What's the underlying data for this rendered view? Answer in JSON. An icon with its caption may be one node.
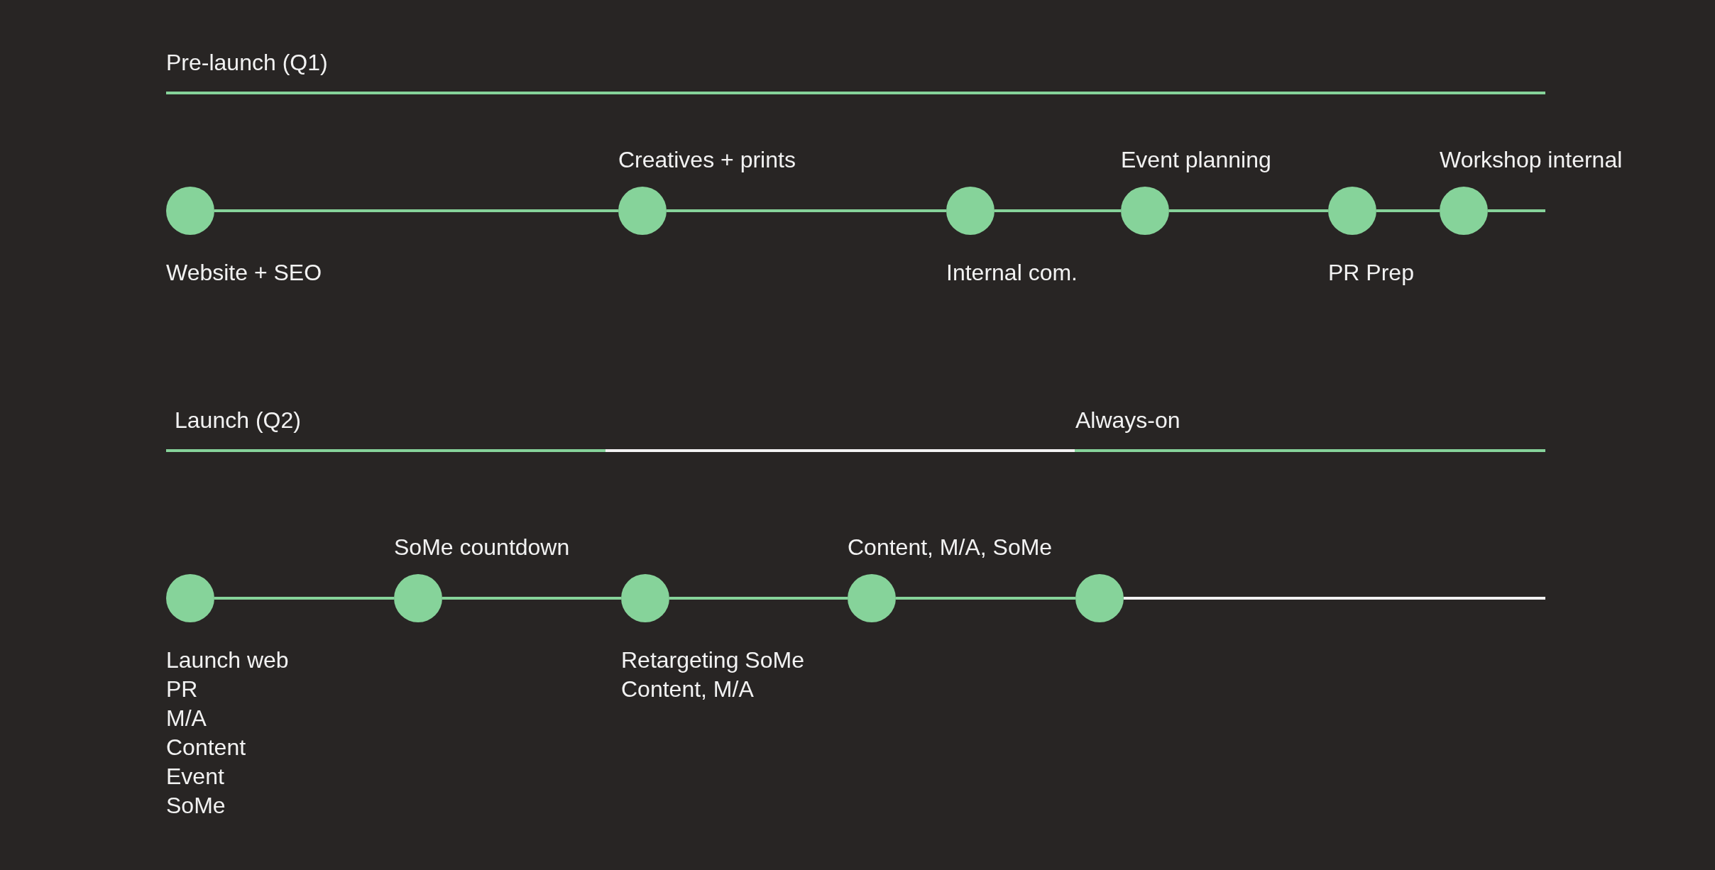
{
  "diagram": {
    "nodes": [
      {
        "text": [],
        "shape": "circle",
        "beside": [
          "Website + SEO"
        ]
      },
      {
        "text": [],
        "shape": "circle",
        "beside": [
          "Creatives + prints"
        ]
      },
      {
        "text": [],
        "shape": "circle",
        "beside": [
          "Internal com."
        ]
      },
      {
        "text": [],
        "shape": "circle",
        "beside": [
          "Event planning"
        ]
      },
      {
        "text": [],
        "shape": "circle",
        "beside": [
          "PR Prep"
        ]
      },
      {
        "text": [],
        "shape": "circle",
        "beside": [
          "Workshop internal"
        ]
      },
      {
        "text": [],
        "shape": "circle",
        "beside": [
          "Launch web",
          "PR",
          "M/A",
          "Content",
          "Event",
          "SoMe"
        ]
      },
      {
        "text": [],
        "shape": "circle",
        "beside": [
          "SoMe countdown"
        ]
      },
      {
        "text": [],
        "shape": "circle",
        "beside": [
          "Retargeting SoMe",
          "Content, M/A"
        ]
      },
      {
        "text": [],
        "shape": "circle",
        "beside": [
          "Content, M/A, SoMe"
        ]
      },
      {
        "text": [],
        "shape": "circle"
      }
    ],
    "edges": [
      {
        "from": 0,
        "to": 1,
        "arrow": "none"
      },
      {
        "from": 1,
        "to": 2,
        "arrow": "none"
      },
      {
        "from": 2,
        "to": 3,
        "arrow": "none"
      },
      {
        "from": 3,
        "to": 4,
        "arrow": "none"
      },
      {
        "from": 4,
        "to": 5,
        "arrow": "none"
      },
      {
        "from": 5,
        "to": null,
        "arrow": "none"
      },
      {
        "from": 6,
        "to": 7,
        "arrow": "none"
      },
      {
        "from": 7,
        "to": 8,
        "arrow": "none"
      },
      {
        "from": 8,
        "to": 9,
        "arrow": "none"
      },
      {
        "from": 9,
        "to": 10,
        "arrow": "none"
      },
      {
        "from": 10,
        "to": null,
        "arrow": "none",
        "color": "#f2f2f2"
      }
    ],
    "labels": [
      "Pre-launch (Q1)",
      "Launch (Q2)",
      "Always-on"
    ]
  }
}
